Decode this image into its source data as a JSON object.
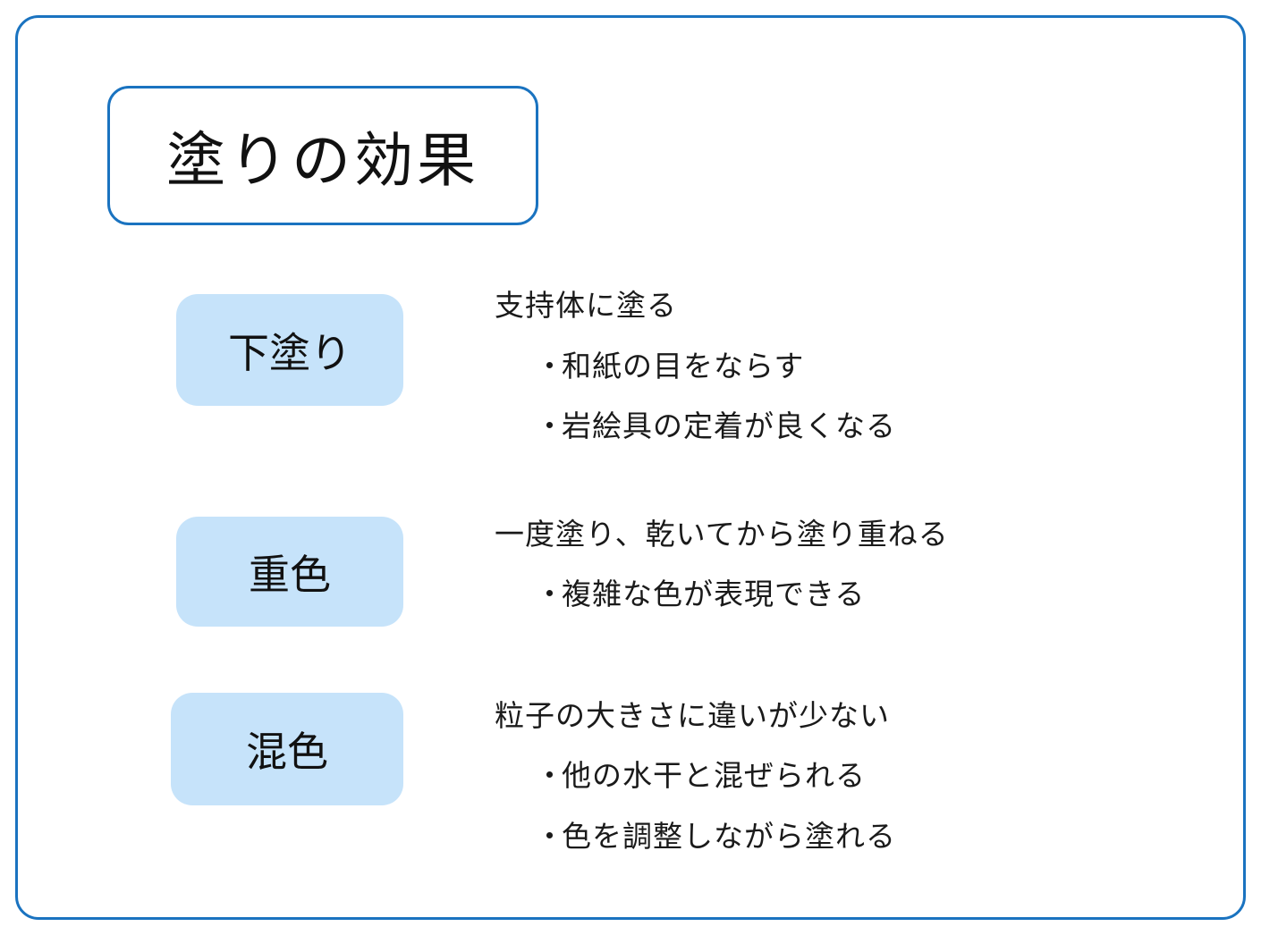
{
  "title": "塗りの効果",
  "sections": [
    {
      "label": "下塗り",
      "heading": "支持体に塗る",
      "bullets": [
        "和紙の目をならす",
        "岩絵具の定着が良くなる"
      ]
    },
    {
      "label": "重色",
      "heading": "一度塗り、乾いてから塗り重ねる",
      "bullets": [
        "複雑な色が表現できる"
      ]
    },
    {
      "label": "混色",
      "heading": "粒子の大きさに違いが少ない",
      "bullets": [
        "他の水干と混ぜられる",
        "色を調整しながら塗れる"
      ]
    }
  ],
  "bullet_mark": "・",
  "colors": {
    "border": "#1a73c0",
    "label_fill": "#c6e3fa"
  }
}
